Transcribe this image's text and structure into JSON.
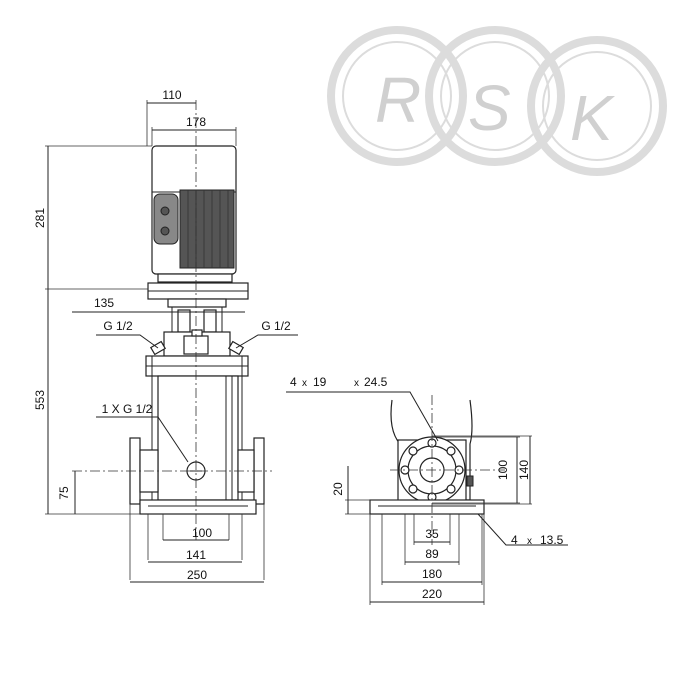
{
  "logo": {
    "letters": [
      "R",
      "S",
      "K"
    ]
  },
  "dimensions": {
    "motor_offset": "110",
    "motor_width": "178",
    "motor_height": "281",
    "coupling_width": "135",
    "vent_left": "G 1/2",
    "vent_right": "G 1/2",
    "pump_height": "553",
    "drain": "1 X G 1/2",
    "inlet_height": "75",
    "base_inner": "100",
    "base_mid": "141",
    "base_total": "250",
    "flange_holes_count": "4",
    "flange_holes_x1": "x",
    "flange_holes_d1": "19",
    "flange_holes_x2": "x",
    "flange_holes_d2": "24.5",
    "flange_bolt_circle": "100",
    "flange_outer": "140",
    "base_height": "20",
    "side_35": "35",
    "side_89": "89",
    "side_180": "180",
    "side_220": "220",
    "base_holes_count": "4",
    "base_holes_x": "x",
    "base_holes_d": "13.5"
  }
}
